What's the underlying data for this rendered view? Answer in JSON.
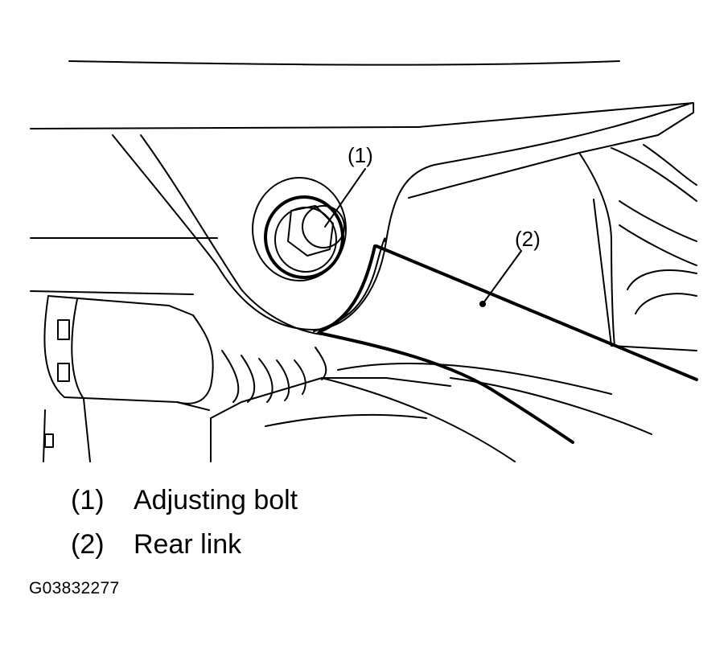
{
  "callouts": [
    {
      "number": "(1)"
    },
    {
      "number": "(2)"
    }
  ],
  "legend": [
    {
      "number": "(1)",
      "label": "Adjusting bolt"
    },
    {
      "number": "(2)",
      "label": "Rear link"
    }
  ],
  "figure_id": "G03832277",
  "colors": {
    "line": "#000000",
    "background": "#ffffff"
  }
}
